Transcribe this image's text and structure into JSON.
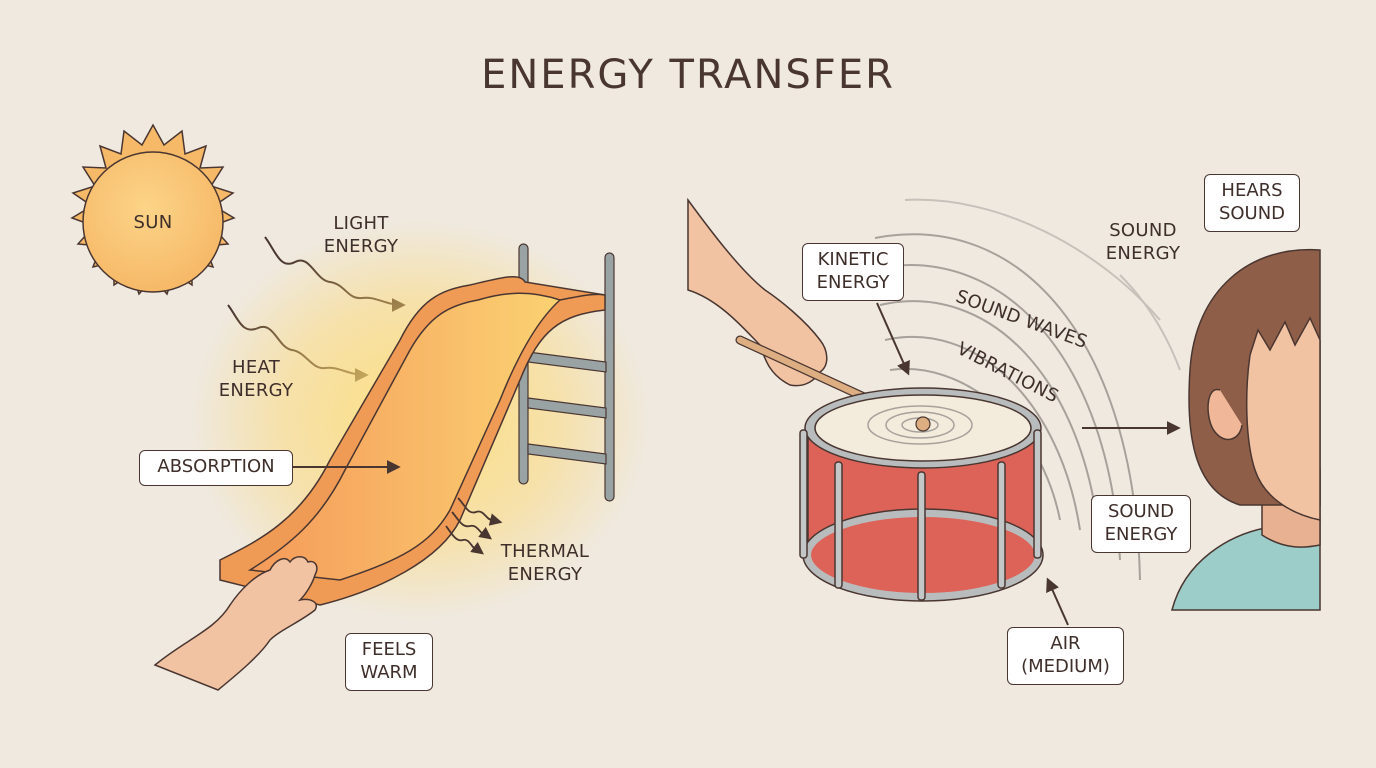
{
  "title": "ENERGY TRANSFER",
  "left_panel": {
    "sun_label": "SUN",
    "light_energy": "LIGHT\nENERGY",
    "heat_energy": "HEAT\nENERGY",
    "absorption": "ABSORPTION",
    "thermal_energy": "THERMAL\nENERGY",
    "feels_warm": "FEELS\nWARM"
  },
  "right_panel": {
    "kinetic_energy": "KINETIC\nENERGY",
    "sound_waves": "SOUND WAVES",
    "vibrations": "VIBRATIONS",
    "sound_energy_top": "SOUND\nENERGY",
    "hears_sound": "HEARS\nSOUND",
    "sound_energy_box": "SOUND\nENERGY",
    "air_medium": "AIR\n(MEDIUM)"
  },
  "colors": {
    "background": "#efe9df",
    "text": "#4a3631",
    "sun": "#f6b968",
    "slide_orange": "#ef9a55",
    "slide_yellow": "#fbd272",
    "drum_red": "#dd6358",
    "drum_rim": "#b9bcbd",
    "hair": "#8f5e48",
    "skin": "#f2c3a2",
    "shirt": "#9ccdc8"
  }
}
